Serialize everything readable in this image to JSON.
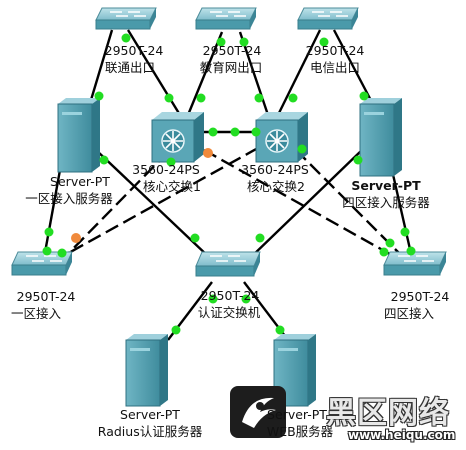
{
  "devices": {
    "sw_unicom": {
      "model": "2950T-24",
      "name": "联通出口"
    },
    "sw_edu": {
      "model": "2950T-24",
      "name": "教育网出口"
    },
    "sw_telecom": {
      "model": "2950T-24",
      "name": "电信出口"
    },
    "core1": {
      "model": "3560-24PS",
      "name": "核心交换1"
    },
    "core2": {
      "model": "3560-24PS",
      "name": "核心交换2"
    },
    "srv_zone1": {
      "model": "Server-PT",
      "name": "一区接入服务器"
    },
    "srv_zone4": {
      "model": "Server-PT",
      "name": "四区接入服务器"
    },
    "sw_zone1": {
      "model": "2950T-24",
      "name": "一区接入"
    },
    "sw_auth": {
      "model": "2950T-24",
      "name": "认证交换机"
    },
    "sw_zone4": {
      "model": "2950T-24",
      "name": "四区接入"
    },
    "srv_radius": {
      "model": "Server-PT",
      "name": "Radius认证服务器"
    },
    "srv_web": {
      "model": "Server-PT",
      "name": "WEB服务器"
    }
  },
  "watermark": {
    "title": "黑区网络",
    "url": "www.heiqu.com"
  },
  "colors": {
    "link": "#000000",
    "port_up": "#22dd22",
    "port_orange": "#f08a3c",
    "device": "#4a9aaa"
  }
}
